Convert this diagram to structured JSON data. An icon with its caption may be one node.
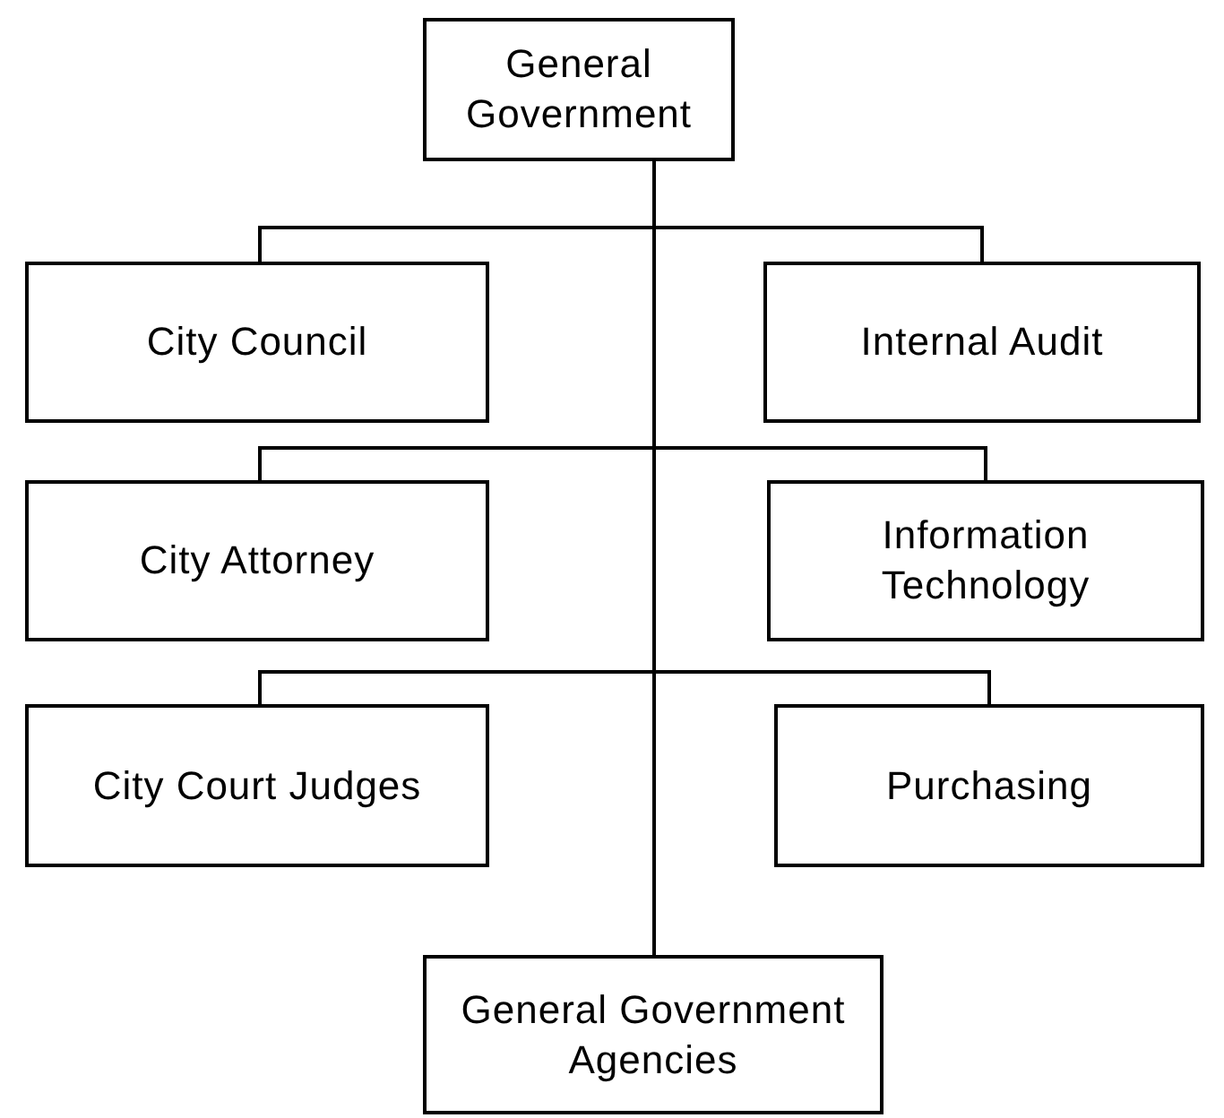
{
  "diagram": {
    "nodes": [
      {
        "text": [
          "General Government"
        ]
      },
      {
        "text": [
          "City Council"
        ]
      },
      {
        "text": [
          "Internal Audit"
        ]
      },
      {
        "text": [
          "City Attorney"
        ]
      },
      {
        "text": [
          "Information Technology"
        ]
      },
      {
        "text": [
          "City Court Judges"
        ]
      },
      {
        "text": [
          "Purchasing"
        ]
      },
      {
        "text": [
          "General Government Agencies"
        ]
      }
    ],
    "edges": [
      {
        "from": 0,
        "to": 1,
        "arrow": "none"
      },
      {
        "from": 0,
        "to": 2,
        "arrow": "none"
      },
      {
        "from": 0,
        "to": 3,
        "arrow": "none"
      },
      {
        "from": 0,
        "to": 4,
        "arrow": "none"
      },
      {
        "from": 0,
        "to": 5,
        "arrow": "none"
      },
      {
        "from": 0,
        "to": 6,
        "arrow": "none"
      },
      {
        "from": 0,
        "to": 7,
        "arrow": "none"
      }
    ]
  }
}
